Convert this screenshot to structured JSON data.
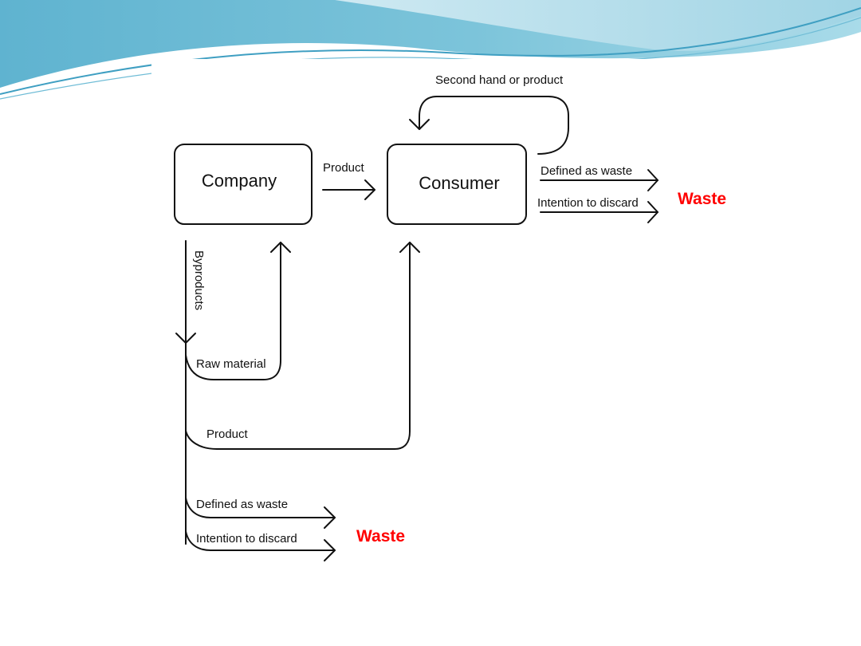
{
  "slide": {
    "colors": {
      "banner_dark": "#4fa9c9",
      "banner_light": "#bfe3ee",
      "waste_red": "#ff0000",
      "stroke": "#111111"
    }
  },
  "diagram": {
    "nodes": {
      "company": "Company",
      "consumer": "Consumer"
    },
    "labels": {
      "second_hand": "Second hand or product",
      "product_top": "Product",
      "defined_as_waste_top": "Defined as waste",
      "intention_to_discard_top": "Intention to discard",
      "waste_top": "Waste",
      "byproducts": "Byproducts",
      "raw_material": "Raw material",
      "product_bottom": "Product",
      "defined_as_waste_bottom": "Defined as waste",
      "intention_to_discard_bottom": "Intention to discard",
      "waste_bottom": "Waste"
    }
  }
}
